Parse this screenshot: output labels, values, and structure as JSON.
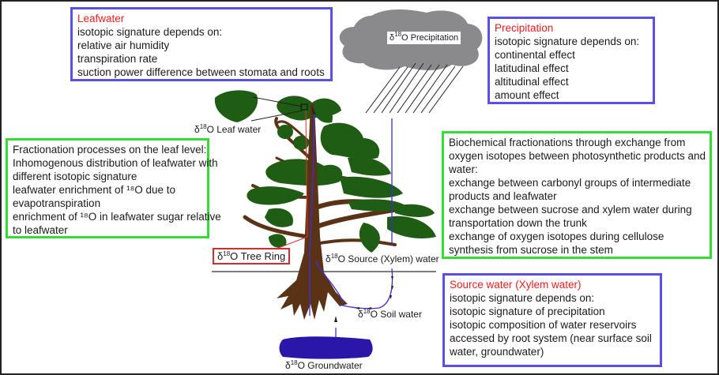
{
  "boxes": {
    "leafwater": {
      "title": "Leafwater",
      "lines": [
        "isotopic signature depends on:",
        "relative air humidity",
        "transpiration rate",
        "suction power difference between stomata and roots"
      ]
    },
    "precipitation": {
      "title": "Precipitation",
      "lines": [
        "isotopic signature depends on:",
        "continental effect",
        "latitudinal effect",
        "altitudinal effect",
        "amount effect"
      ]
    },
    "leaf_fractionation": {
      "lines": [
        "Fractionation processes on the leaf level:",
        "Inhomogenous distribution of leafwater with",
        "different isotopic signature",
        "leafwater enrichment of ¹⁸O due to",
        "evapotranspiration",
        "enrichment of ¹⁸O in leafwater sugar relative",
        "to leafwater"
      ]
    },
    "biochemical": {
      "lines": [
        "Biochemical fractionations through exchange from",
        "oxygen isotopes between photosynthetic products and",
        "water:",
        "exchange between carbonyl groups of intermediate",
        "products and leafwater",
        "exchange between sucrose and xylem water during",
        "transportation down the trunk",
        "exchange of oxygen isotopes during cellulose",
        "synthesis from sucrose in the stem"
      ]
    },
    "source_water": {
      "title": "Source water (Xylem water)",
      "lines": [
        "isotopic signature depends on:",
        "isotopic signature of precipitation",
        "isotopic composition of water reservoirs",
        "accessed by root system (near surface soil",
        "water, groundwater)"
      ]
    }
  },
  "labels": {
    "delta": "δ",
    "sup18": "18",
    "precipitation": "O Precipitation",
    "leaf_water": "O Leaf water",
    "tree_ring": "O Tree Ring",
    "source_xylem": "O Source (Xylem) water",
    "soil_water": "O Soil water",
    "groundwater": "O Groundwater"
  },
  "colors": {
    "box_blue": "#5a4ee8",
    "box_green": "#33dd33",
    "title_red": "#ee1c1c",
    "foliage": "#1f5c14",
    "trunk": "#5a3317",
    "cloud": "#8a8a8c",
    "groundwater": "#2a16a8",
    "xylem_path": "#3b2fe0",
    "tree_ring_path": "#e03030"
  }
}
